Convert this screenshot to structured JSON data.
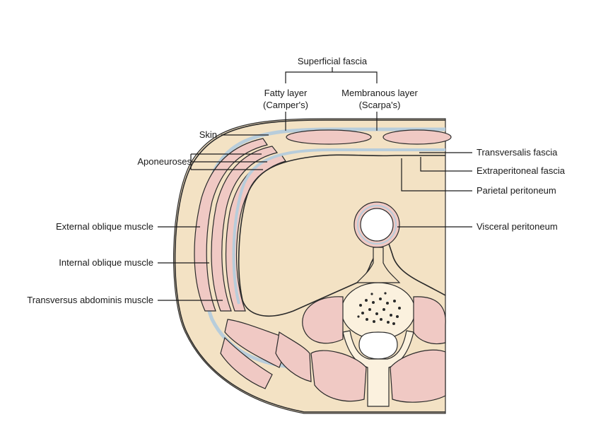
{
  "labels": {
    "superficial_fascia": "Superficial fascia",
    "fatty_layer_1": "Fatty layer",
    "fatty_layer_2": "(Camper's)",
    "membranous_layer_1": "Membranous layer",
    "membranous_layer_2": "(Scarpa's)",
    "skin": "Skin",
    "aponeuroses": "Aponeuroses",
    "external_oblique": "External oblique muscle",
    "internal_oblique": "Internal oblique muscle",
    "transversus_abdominis": "Transversus abdominis muscle",
    "transversalis_fascia": "Transversalis fascia",
    "extraperitoneal_fascia": "Extraperitoneal fascia",
    "parietal_peritoneum": "Parietal peritoneum",
    "visceral_peritoneum": "Visceral peritoneum"
  },
  "colors": {
    "fat": "#f3e2c4",
    "muscle": "#f0c9c4",
    "fascia": "#d4e3ec",
    "bone": "#fbf1de",
    "outline": "#2a2a2a"
  }
}
